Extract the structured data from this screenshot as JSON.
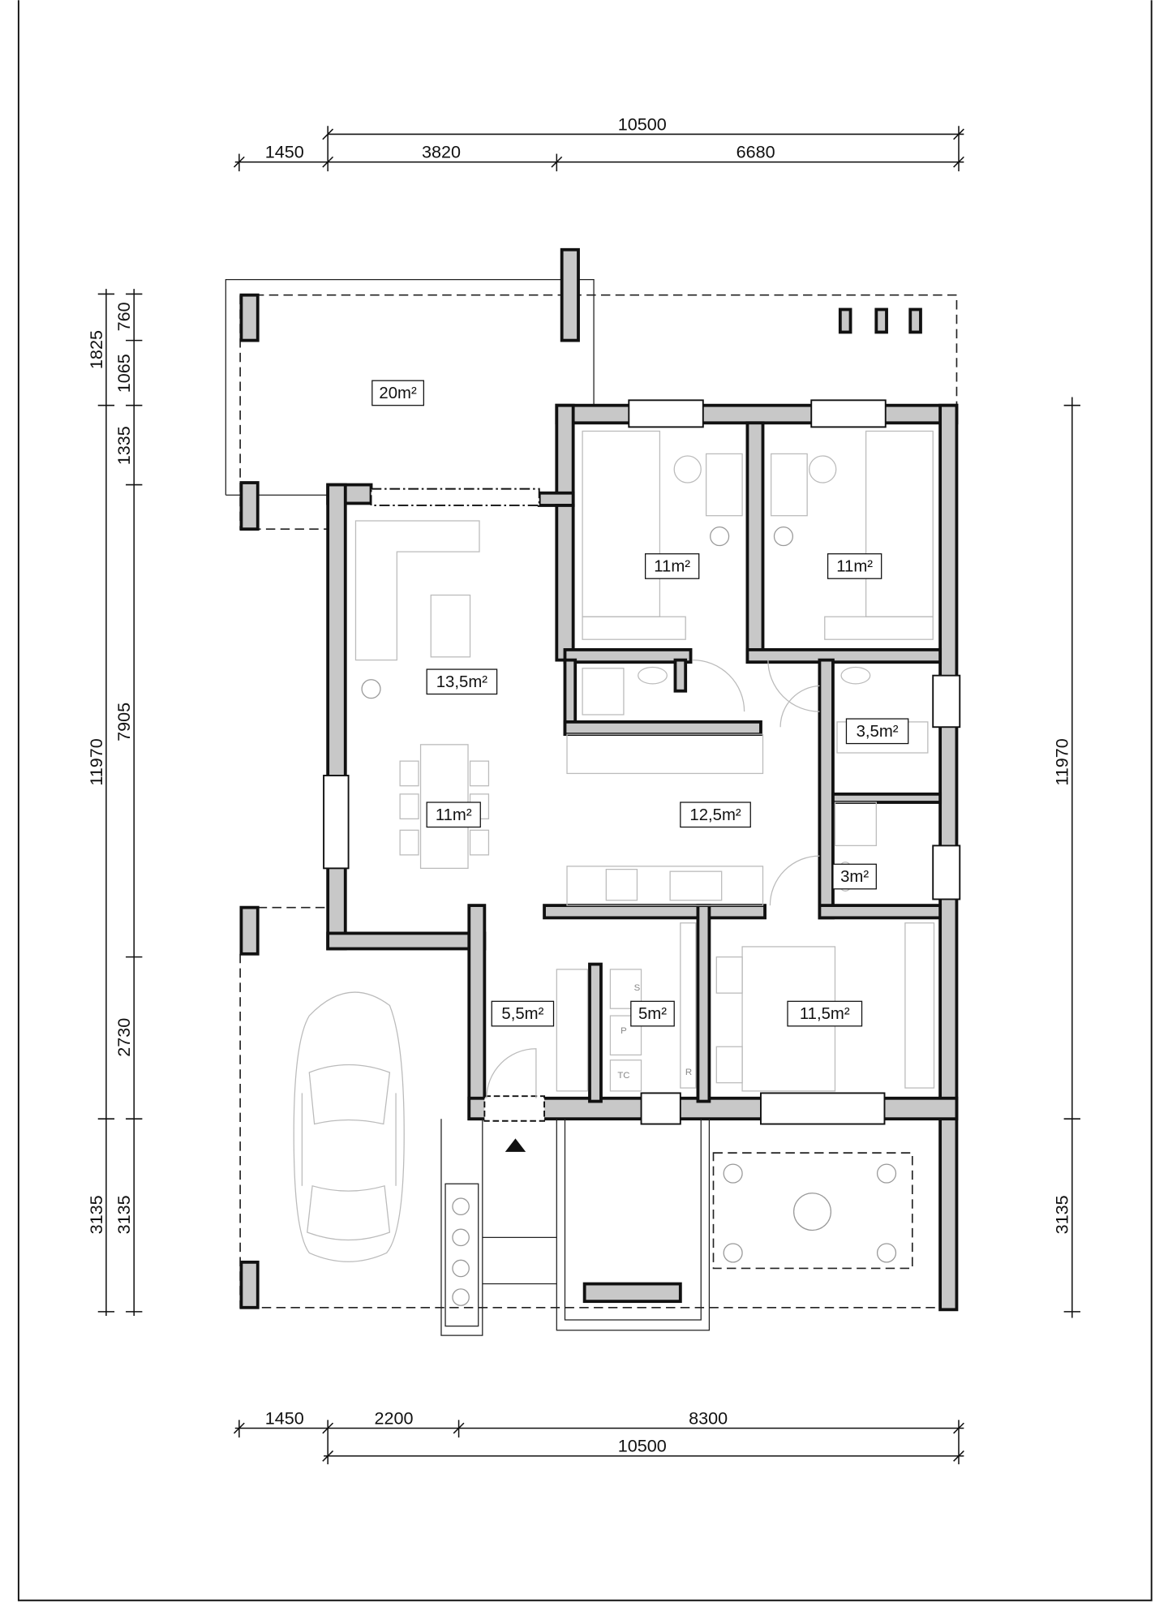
{
  "plan": {
    "rooms": {
      "terrace_top": "20m²",
      "bedroom_1": "11m²",
      "bedroom_2": "11m²",
      "living": "13,5m²",
      "dining": "11m²",
      "kitchen_hall": "12,5m²",
      "bathroom": "3,5m²",
      "wc": "3m²",
      "hall": "5,5m²",
      "utility": "5m²",
      "bedroom_3": "11,5m²"
    },
    "utility_marks": {
      "s": "S",
      "p": "P",
      "tc": "TC",
      "r": "R"
    },
    "dimensions": {
      "top_total": "10500",
      "top": [
        "1450",
        "3820",
        "6680"
      ],
      "bottom": [
        "1450",
        "2200",
        "8300"
      ],
      "bottom_total": "10500",
      "left_outer": [
        "1825",
        "11970",
        "3135"
      ],
      "left_inner": [
        "760",
        "1065",
        "1335",
        "7905",
        "2730",
        "3135"
      ],
      "right": [
        "11970",
        "3135"
      ]
    }
  },
  "colors": {
    "wall_fill": "#c8c8c8",
    "line": "#111111",
    "furniture": "#bbbbbb"
  }
}
